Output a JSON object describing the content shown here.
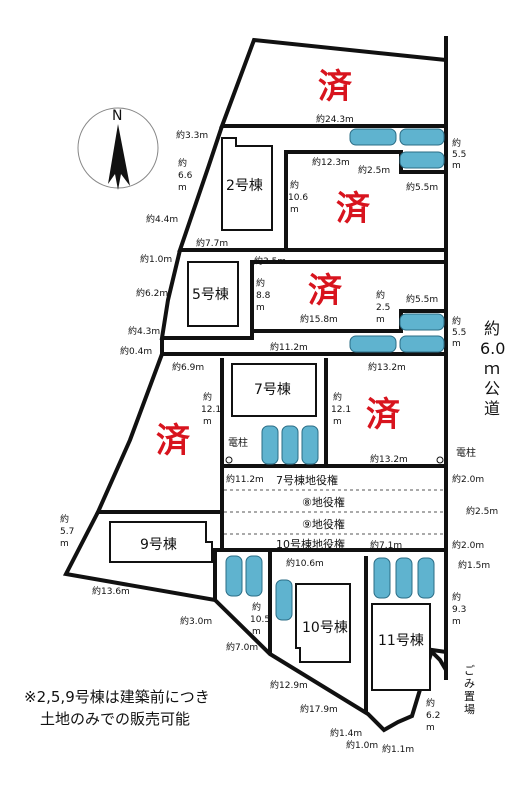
{
  "colors": {
    "sold": "#d8141e",
    "line": "#111111",
    "car": "#5fb3cf",
    "paper": "#ffffff"
  },
  "compass": {
    "north_label": "N"
  },
  "sold_mark": "済",
  "buildings": {
    "b2": "2号棟",
    "b5": "5号棟",
    "b7": "7号棟",
    "b9": "9号棟",
    "b10": "10号棟",
    "b11": "11号棟"
  },
  "road": "約6.0ｍ公道",
  "easements": [
    "7号棟地役権",
    "⑧地役権",
    "⑨地役権",
    "10号棟地役権"
  ],
  "labels": {
    "pole": "電柱",
    "garbage": "ごみ置場"
  },
  "note": [
    "※2,5,9号棟は建築前につき",
    "土地のみでの販売可能"
  ],
  "dimensions": {
    "d24_3": "約24.3m",
    "d3_3": "約3.3m",
    "d6_6": "約6.6m",
    "d4_4": "約4.4m",
    "d12_3": "約12.3m",
    "d2_5a": "約2.5m",
    "d5_5a": "約5.5m",
    "d5_5b": "約5.5m",
    "d10_6": "約10.6m",
    "d7_7": "約7.7m",
    "d1_0a": "約1.0m",
    "d3_5": "約3.5m",
    "d6_2a": "約6.2m",
    "d8_8": "約8.8m",
    "d2_5b": "約2.5m",
    "d5_5c": "約5.5m",
    "d15_8": "約15.8m",
    "d4_3": "約4.3m",
    "d5_5d": "約5.5m",
    "d0_4": "約0.4m",
    "d11_2a": "約11.2m",
    "d6_9": "約6.9m",
    "d13_2a": "約13.2m",
    "d12_1a": "約12.1m",
    "d12_1b": "約12.1m",
    "d13_2b": "約13.2m",
    "d11_2b": "約11.2m",
    "d2_0a": "約2.0m",
    "d2_5c": "約2.5m",
    "d2_0b": "約2.0m",
    "d5_7": "約5.7m",
    "d7_1": "約7.1m",
    "d1_5": "約1.5m",
    "d10_6b": "約10.6m",
    "d13_6": "約13.6m",
    "d9_3": "約9.3m",
    "d10_5": "約10.5m",
    "d3_0": "約3.0m",
    "d7_0": "約7.0m",
    "d12_9": "約12.9m",
    "d17_9": "約17.9m",
    "d6_2b": "約6.2m",
    "d1_4": "約1.4m",
    "d1_0b": "約1.0m",
    "d1_1": "約1.1m"
  }
}
